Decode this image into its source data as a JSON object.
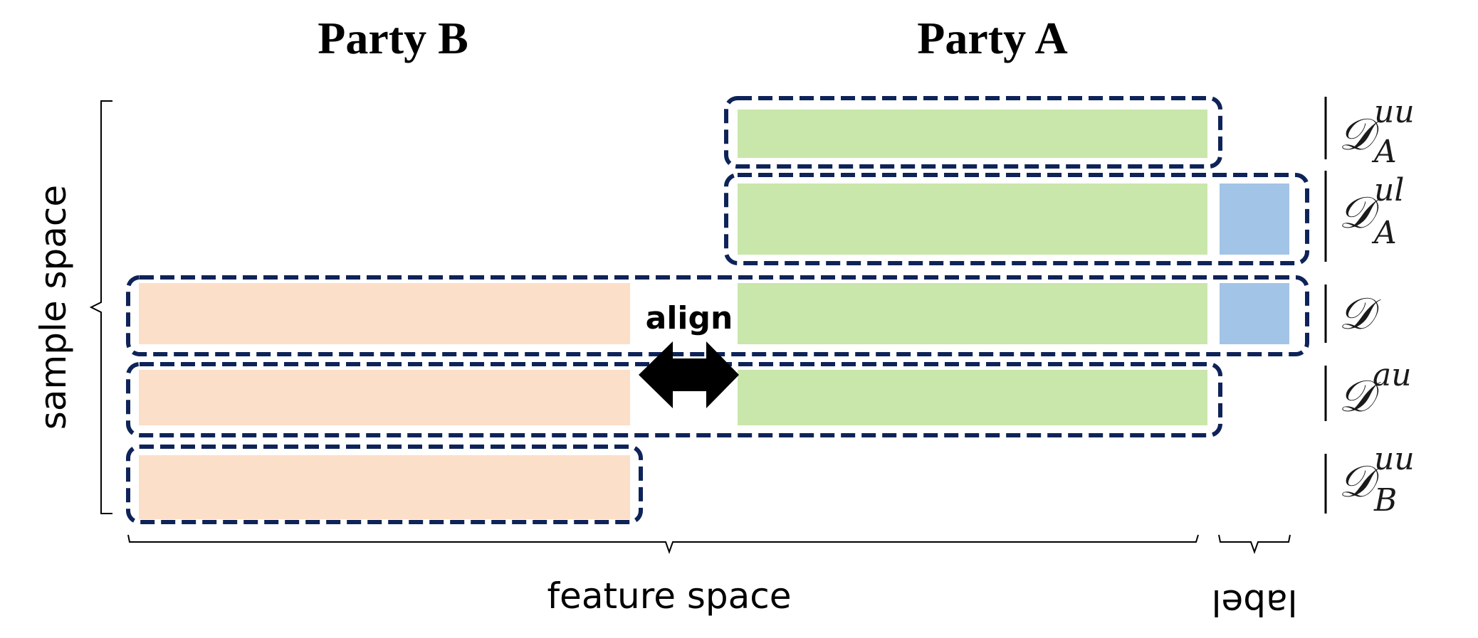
{
  "titles": {
    "party_b": "Party B",
    "party_a": "Party A"
  },
  "axes": {
    "sample": "sample space",
    "feature": "feature space",
    "label": "label"
  },
  "align_label": "align",
  "dataset_labels": {
    "uua": {
      "main": "𝒟",
      "sup": "uu",
      "sub": "A"
    },
    "ula": {
      "main": "𝒟",
      "sup": "ul",
      "sub": "A"
    },
    "d": {
      "main": "𝒟"
    },
    "au": {
      "main": "𝒟",
      "sup": "au"
    },
    "uub": {
      "main": "𝒟",
      "sup": "uu",
      "sub": "B"
    }
  },
  "colors": {
    "party_a_features": "#c9e6ab",
    "party_b_features": "#fbdfc8",
    "labels": "#a2c4e6",
    "dashed_border": "#0e2358"
  }
}
